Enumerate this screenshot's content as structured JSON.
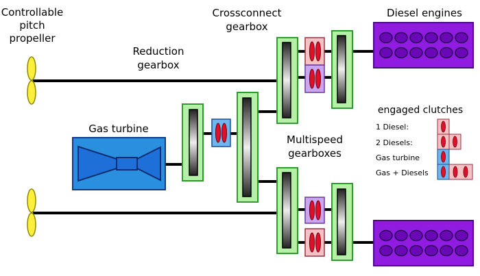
{
  "labels": {
    "propeller_line1": "Controllable",
    "propeller_line2": "pitch",
    "propeller_line3": "propeller",
    "reduction_line1": "Reduction",
    "reduction_line2": "gearbox",
    "crossconnect_line1": "Crossconnect",
    "crossconnect_line2": "gearbox",
    "diesel_engines": "Diesel engines",
    "gas_turbine": "Gas turbine",
    "multispeed_line1": "Multispeed",
    "multispeed_line2": "gearboxes"
  },
  "legend": {
    "title": "engaged clutches",
    "rows": [
      {
        "label": "1 Diesel:",
        "clutches": [
          "diesel"
        ]
      },
      {
        "label": "2 Diesels:",
        "clutches": [
          "diesel",
          "diesel"
        ]
      },
      {
        "label": "Gas turbine",
        "clutches": [
          "gas"
        ]
      },
      {
        "label": "Gas + Diesels",
        "clutches": [
          "gas",
          "diesel",
          "diesel"
        ]
      }
    ]
  },
  "colors": {
    "gearbox_fill": "#b5f0a7",
    "gearbox_stroke": "#2f9a2f",
    "clutch_diesel_fill": "#f4c1c4",
    "clutch_gas_fill": "#6fb5ee",
    "clutch_gas2_fill": "#c9a6ef",
    "clutch_stroke": "#9a3040",
    "clutch_red": "#e0102a",
    "engine_fill": "#8f1ce0",
    "engine_stroke": "#4a0a80",
    "turbine_fill": "#2b8fe0",
    "turbine_stroke": "#0a3c8a",
    "propeller_fill": "#ffef3c",
    "shaft": "#000000"
  }
}
